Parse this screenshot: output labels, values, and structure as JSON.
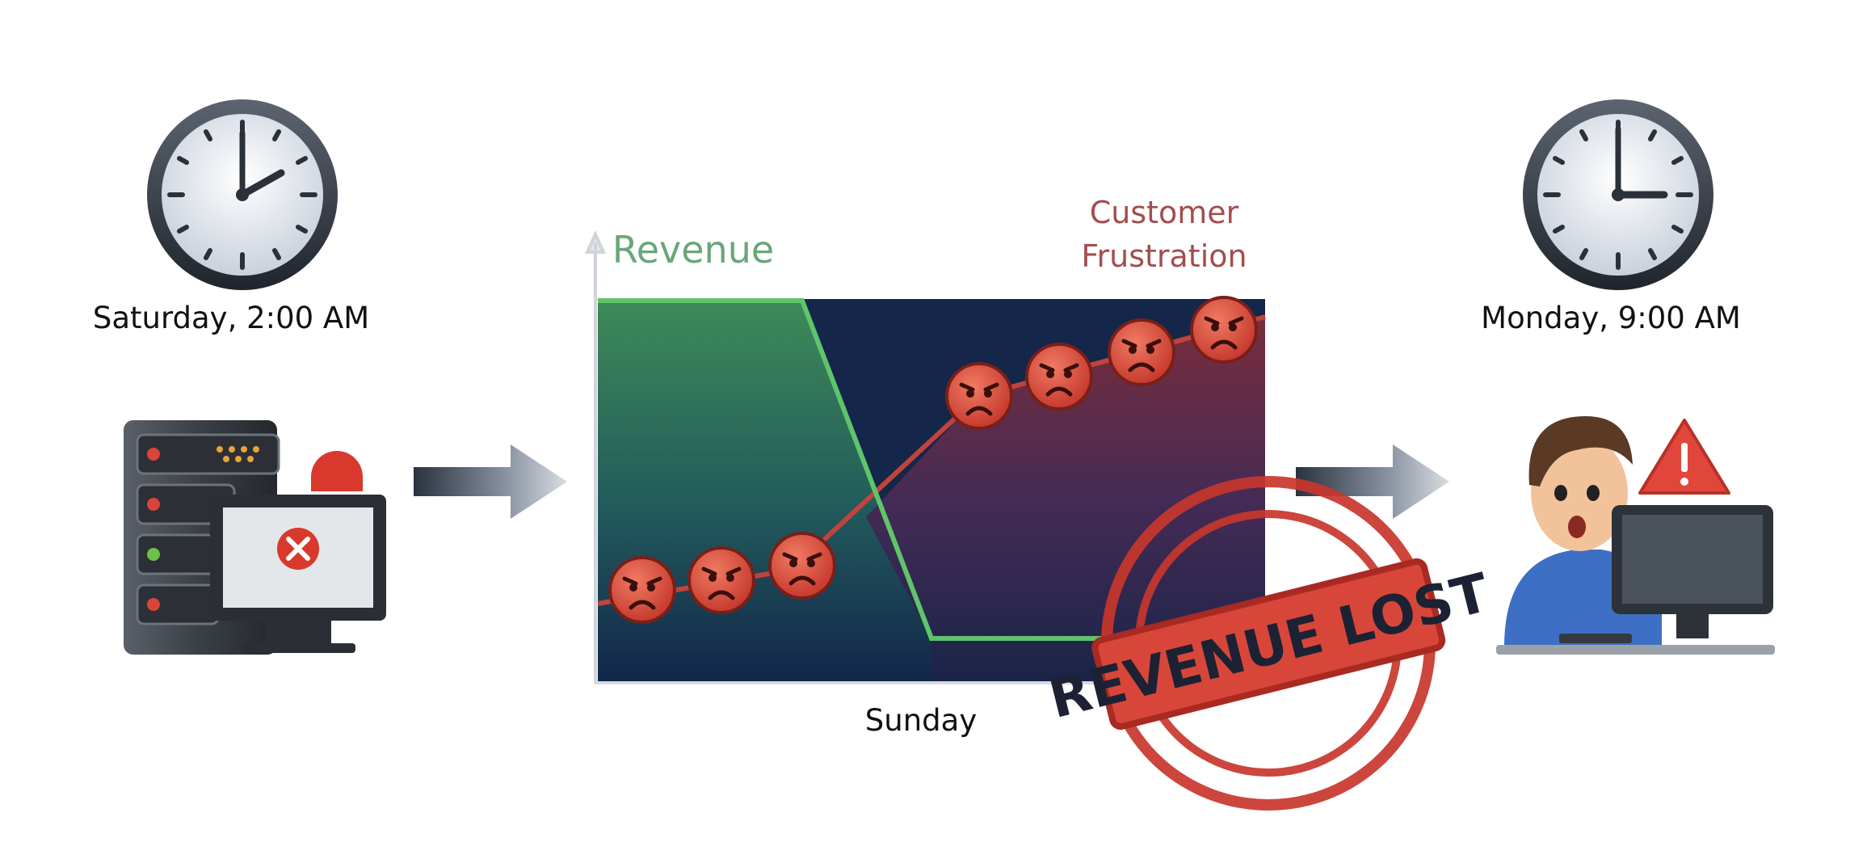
{
  "left": {
    "time_label": "Saturday, 2:00 AM",
    "clock_icon": "clock-2-oclock-icon",
    "server_icon": "server-error-icon"
  },
  "center": {
    "revenue_label": "Revenue",
    "frustration_label": "Customer Frustration",
    "frustration_label_lines": [
      "Customer",
      "Frustration"
    ],
    "x_label": "Sunday",
    "stamp_text": "REVENUE LOST",
    "colors": {
      "revenue": "#6aa679",
      "frustration": "#a24e4e",
      "line_green": "#5fc46a",
      "line_red": "#c0443a",
      "face": "#e0503d"
    }
  },
  "right": {
    "time_label": "Monday, 9:00 AM",
    "clock_icon": "clock-9-oclock-icon",
    "person_icon": "shocked-person-at-computer-icon",
    "warning_icon": "warning-triangle-icon"
  }
}
